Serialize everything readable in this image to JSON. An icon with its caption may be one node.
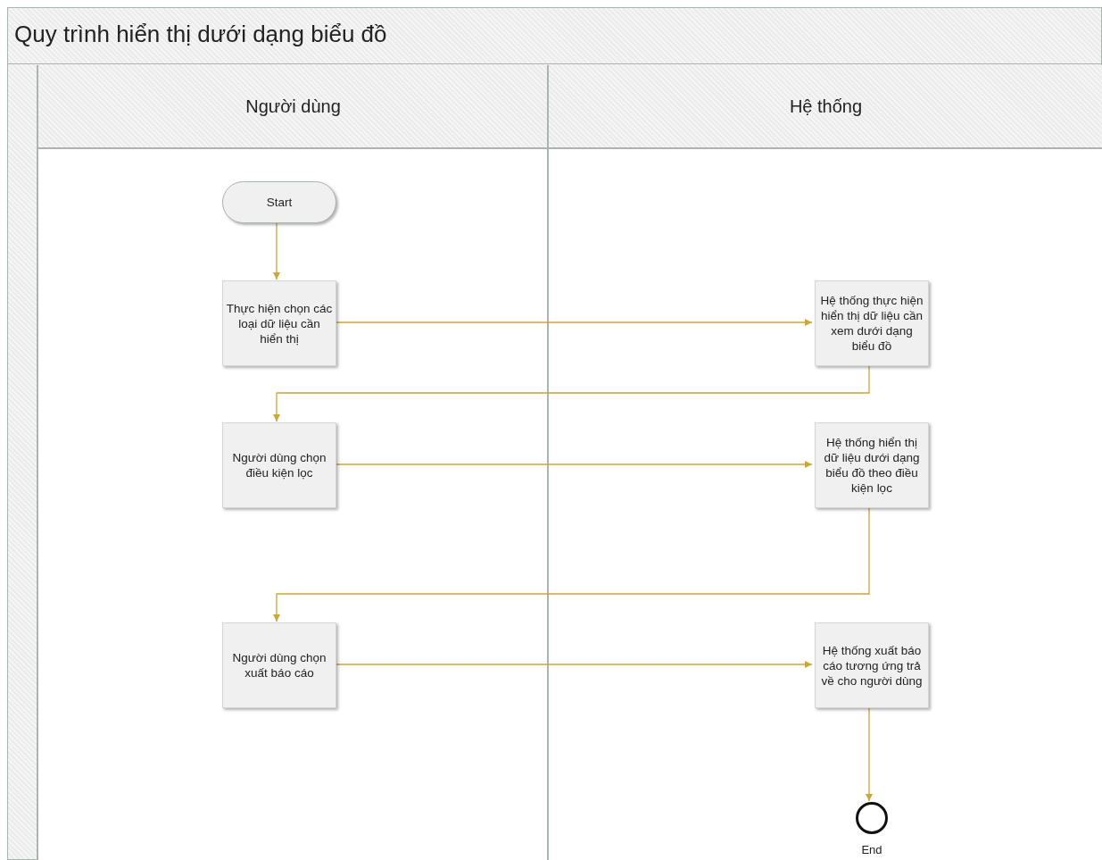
{
  "diagram": {
    "nodes": [
      {
        "text": [
          "Quy trình hiển thị dưới dạng biểu đồ"
        ]
      },
      {
        "text": [
          "Người dùng"
        ],
        "in": 0
      },
      {
        "text": [
          "Hệ thống"
        ],
        "in": 0
      },
      {
        "text": [
          "Start"
        ],
        "in": 1
      },
      {
        "text": [
          "Thực hiện chọn các loại dữ liệu cần hiển thị"
        ],
        "in": 1
      },
      {
        "text": [
          "Hệ thống thực hiện hiển thị dữ liệu cần xem dưới dạng biểu đồ"
        ],
        "in": 2
      },
      {
        "text": [
          "Người dùng chọn điều kiện lọc"
        ],
        "in": 1
      },
      {
        "text": [
          "Hệ thống hiển thị dữ liệu dưới dạng biểu đồ theo điều kiện lọc"
        ],
        "in": 2
      },
      {
        "text": [
          "Người dùng chọn xuất báo cáo"
        ],
        "in": 1
      },
      {
        "text": [
          "Hệ thống xuất báo cáo tương ứng trả về cho người dùng"
        ],
        "in": 2
      },
      {
        "text": [],
        "shape": "circle",
        "in": 2,
        "beside": [
          "End"
        ]
      }
    ],
    "edges": [
      {
        "from": 3,
        "to": 4,
        "arrow": "to"
      },
      {
        "from": 4,
        "to": 5,
        "arrow": "to"
      },
      {
        "from": 5,
        "to": 6,
        "arrow": "to"
      },
      {
        "from": 6,
        "to": 7,
        "arrow": "to"
      },
      {
        "from": 7,
        "to": 8,
        "arrow": "to"
      },
      {
        "from": 8,
        "to": 9,
        "arrow": "to"
      },
      {
        "from": 9,
        "to": 10,
        "arrow": "to"
      }
    ]
  }
}
